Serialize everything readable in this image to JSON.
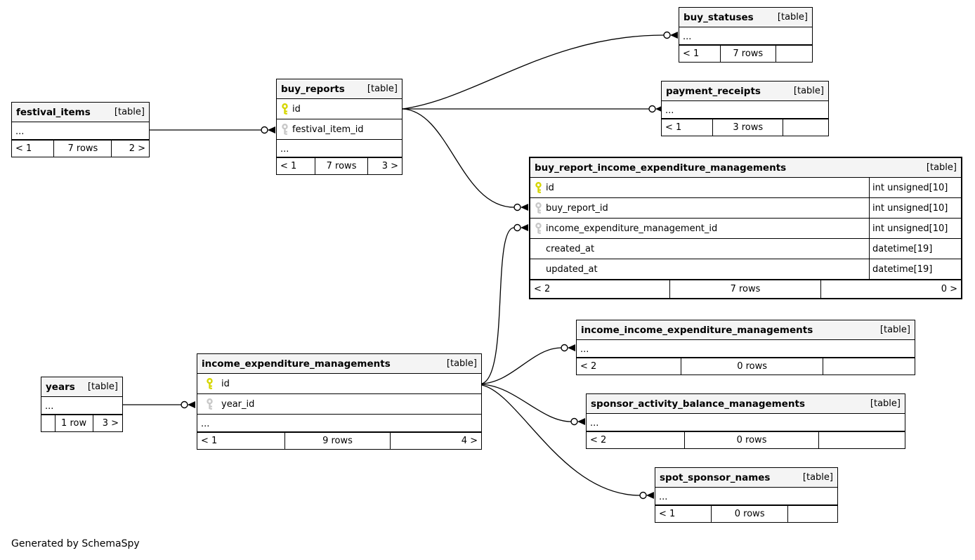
{
  "generated_by": "Generated by SchemaSpy",
  "tag": "[table]",
  "ellipsis": "...",
  "tables": {
    "festival_items": {
      "name": "festival_items",
      "footer": {
        "left": "< 1",
        "center": "7 rows",
        "right": "2 >"
      }
    },
    "buy_reports": {
      "name": "buy_reports",
      "columns": [
        {
          "key": "primary",
          "name": "id"
        },
        {
          "key": "foreign",
          "name": "festival_item_id"
        }
      ],
      "footer": {
        "left": "< 1",
        "center": "7 rows",
        "right": "3 >"
      }
    },
    "buy_statuses": {
      "name": "buy_statuses",
      "footer": {
        "left": "< 1",
        "center": "7 rows",
        "right": ""
      }
    },
    "payment_receipts": {
      "name": "payment_receipts",
      "footer": {
        "left": "< 1",
        "center": "3 rows",
        "right": ""
      }
    },
    "buy_report_income_expenditure_managements": {
      "name": "buy_report_income_expenditure_managements",
      "columns": [
        {
          "key": "primary",
          "name": "id",
          "type": "int unsigned[10]"
        },
        {
          "key": "foreign",
          "name": "buy_report_id",
          "type": "int unsigned[10]"
        },
        {
          "key": "foreign",
          "name": "income_expenditure_management_id",
          "type": "int unsigned[10]"
        },
        {
          "key": "none",
          "name": "created_at",
          "type": "datetime[19]"
        },
        {
          "key": "none",
          "name": "updated_at",
          "type": "datetime[19]"
        }
      ],
      "footer": {
        "left": "< 2",
        "center": "7 rows",
        "right": "0 >"
      }
    },
    "income_income_expenditure_managements": {
      "name": "income_income_expenditure_managements",
      "footer": {
        "left": "< 2",
        "center": "0 rows",
        "right": ""
      }
    },
    "sponsor_activity_balance_managements": {
      "name": "sponsor_activity_balance_managements",
      "footer": {
        "left": "< 2",
        "center": "0 rows",
        "right": ""
      }
    },
    "spot_sponsor_names": {
      "name": "spot_sponsor_names",
      "footer": {
        "left": "< 1",
        "center": "0 rows",
        "right": ""
      }
    },
    "income_expenditure_managements": {
      "name": "income_expenditure_managements",
      "columns": [
        {
          "key": "primary",
          "name": "id"
        },
        {
          "key": "foreign",
          "name": "year_id"
        }
      ],
      "footer": {
        "left": "< 1",
        "center": "9 rows",
        "right": "4 >"
      }
    },
    "years": {
      "name": "years",
      "footer": {
        "left": "",
        "center": "1 row",
        "right": "3 >"
      }
    }
  },
  "colors": {
    "primary_key": "#d6d600",
    "foreign_key": "#c8c8c8",
    "line": "#000000"
  }
}
